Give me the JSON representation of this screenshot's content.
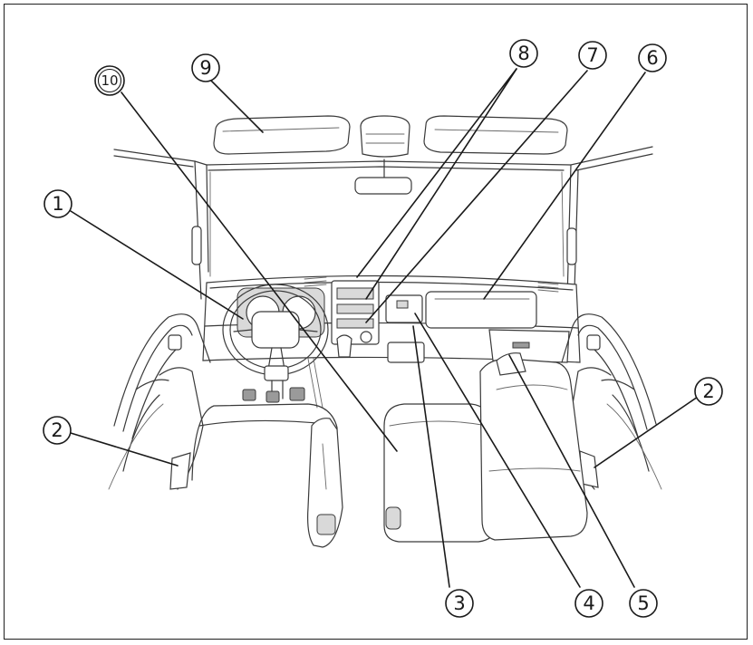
{
  "callouts": {
    "c1": "1",
    "c2_left": "2",
    "c2_right": "2",
    "c3": "3",
    "c4": "4",
    "c5": "5",
    "c6": "6",
    "c7": "7",
    "c8": "8",
    "c9": "9",
    "c10": "10"
  }
}
